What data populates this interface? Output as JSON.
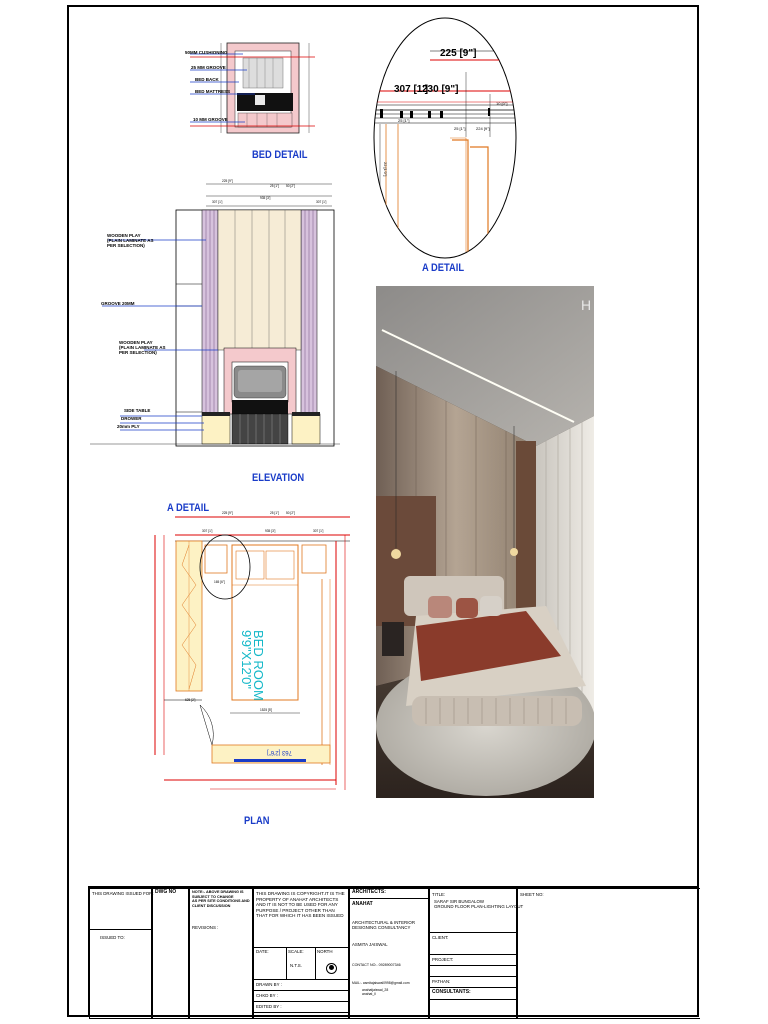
{
  "titles": {
    "bed_detail": "BED DETAIL",
    "a_detail_top": "A DETAIL",
    "elevation": "ELEVATION",
    "a_detail_plan": "A DETAIL",
    "plan": "PLAN"
  },
  "bed_detail_labels": [
    "50MM CUSHIONING",
    "25 MM GROOVE",
    "BED BACK",
    "BED MATTRESS",
    "10 MM GROOVE"
  ],
  "elevation_labels": {
    "wooden_play_1": "WOODEN PLAY\n(PLAIN LAMINATE AS\nPER SELECTION)",
    "groove": "GROOVE 20MM",
    "wooden_play_2": "WOODEN PLAY\n(PLAIN LAMINATE AS\nPER SELECTION)",
    "side_table": "SIDE TABLE",
    "drower": "DROWER",
    "ply": "20mm PLY"
  },
  "detail_dims": {
    "d225": "225 [9\"]",
    "d307": "307 [1']",
    "d230": "230 [9\"]"
  },
  "plan_room": {
    "name": "BED ROOM",
    "size": "9'9\"X12'0\""
  },
  "plan_dim": "763 [2'6\"]",
  "render": {
    "watermark": "H"
  },
  "title_block": {
    "drawing_issued_for": "THIS DRAWING ISSUED FOR:",
    "issued_to": "ISSUED TO:",
    "dwg_no": "DWG NO",
    "note": "NOTE:- ABOVE DRAWING IS\nSUBJECT TO CHANGE\nAS PER SITE CONDITIONS AND\nCLIENT DISCUSSION",
    "revisions": "REVISIONS :",
    "copyright": "THIS DRAWING IS COPYRIGHT.IT IS THE\nPROPERTY OF ANAHAT ARCHITECTS\nAND IT IS NOT TO BE USED FOR ANY\nPURPOSE / PROJECT OTHER THAN\nTHAT FOR WHICH IT HAS BEEN ISSUED",
    "date": "DATE:",
    "scale": "SCALE:",
    "scale_value": "N.T.S.",
    "north": "NORTH",
    "drawn_by": "DRAWN BY :",
    "chkd_by": "CHKD BY :",
    "edited_by": "EDITED BY :",
    "architects": "ARCHITECTS:",
    "firm": "ANAHAT",
    "firm_desc": "ARCHITECTURAL & INTERIOR\nDESIGNING CONSULTANCY",
    "person": "ASMITA JAISWAL",
    "contact": "CONTACT NO:- 09289007346",
    "mail": "MAIL:- asmitajaiswal0998@gmail.com",
    "handles": "anahatjaiswal_28\nanahat_ll",
    "title_label": "TITLE:",
    "title_value": "SARAF SIR BUNGALOW\nGROUND FLOOR PLAN-LIGHTING LAYOUT",
    "client": "CLIENT:",
    "project": "PROJECT:",
    "pathan": "PATHAN:",
    "consultants": "CONSULTANTS:",
    "sheet_no": "SHEET NO:"
  }
}
